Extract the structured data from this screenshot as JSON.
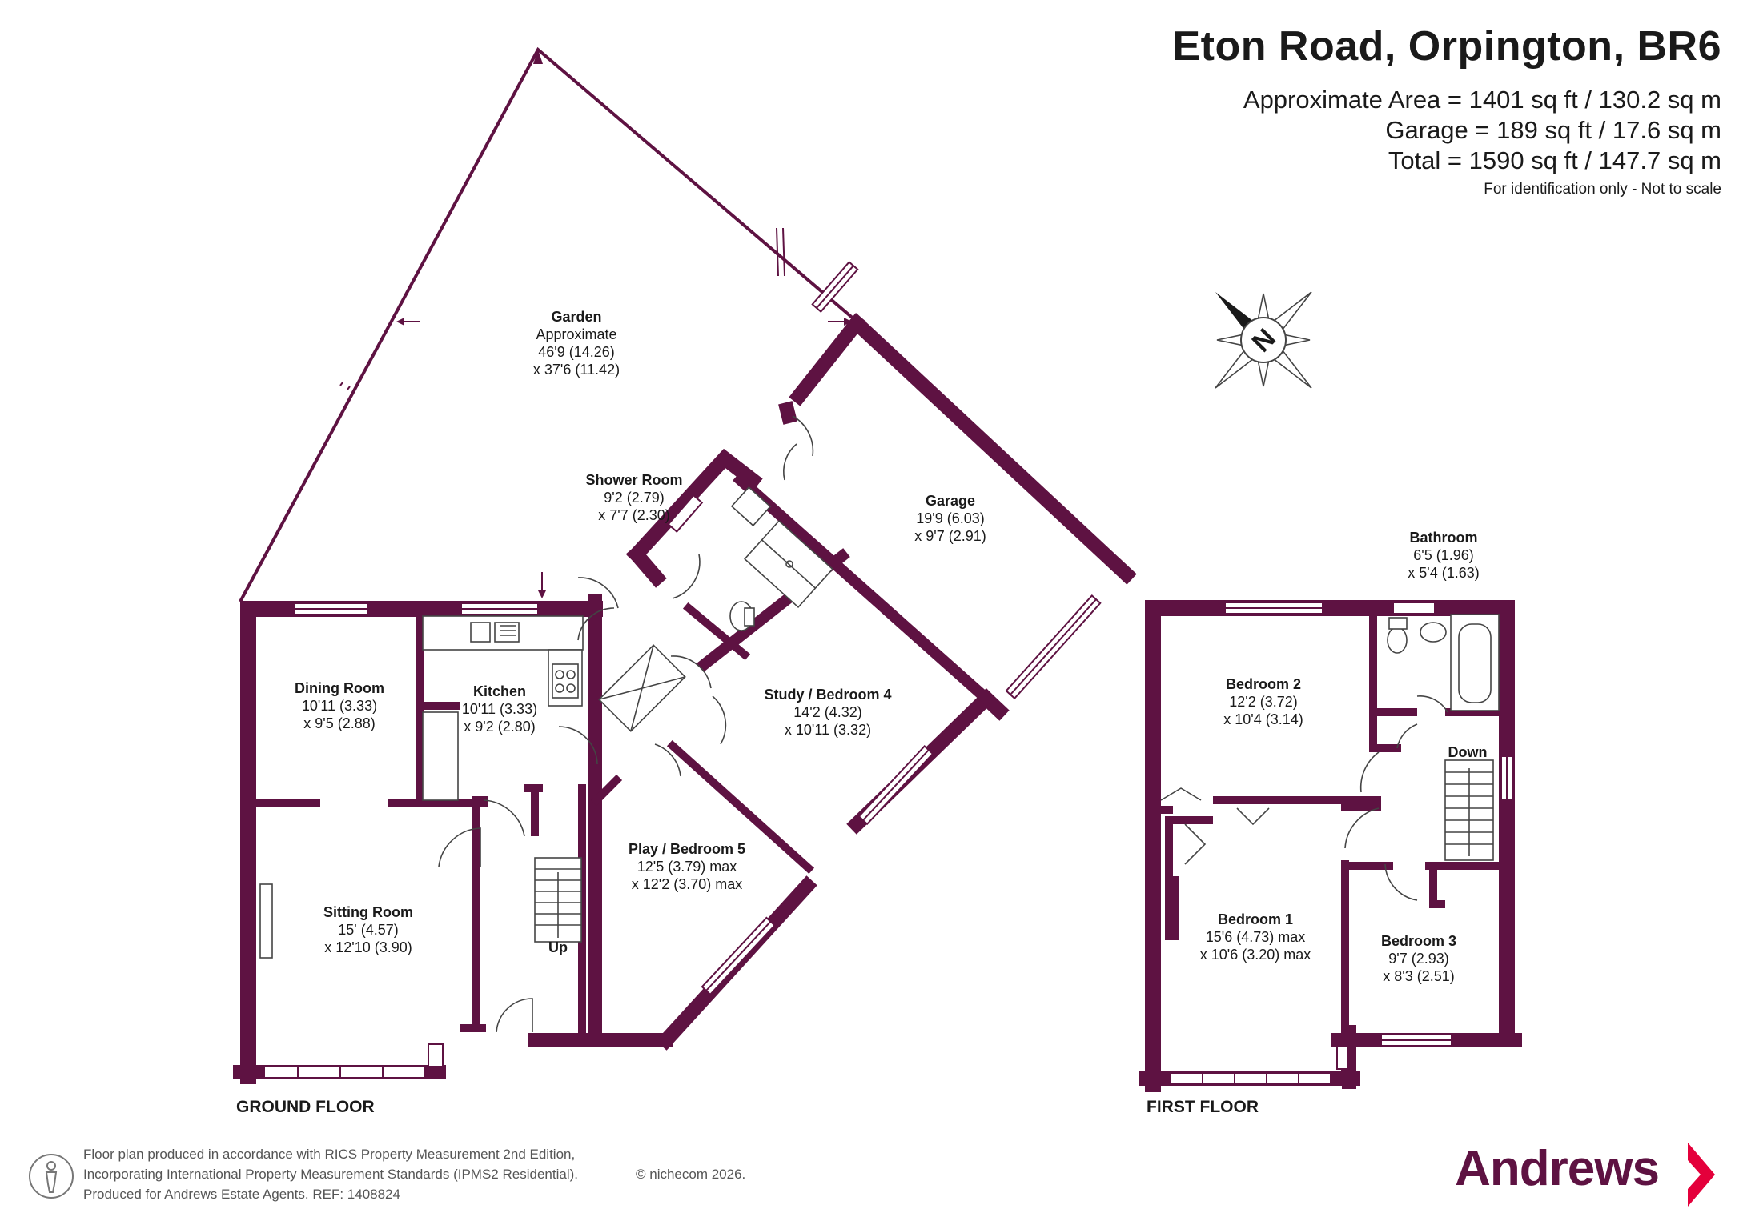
{
  "header": {
    "title": "Eton Road, Orpington, BR6",
    "area_lines": [
      "Approximate Area = 1401 sq ft / 130.2 sq m",
      "Garage = 189 sq ft / 17.6 sq m",
      "Total = 1590 sq ft / 147.7 sq m"
    ],
    "note": "For identification only - Not to scale"
  },
  "compass": {
    "label": "N"
  },
  "rooms": {
    "garden": {
      "name": "Garden",
      "l1": "Approximate",
      "l2": "46'9 (14.26)",
      "l3": "x 37'6 (11.42)"
    },
    "shower": {
      "name": "Shower Room",
      "l1": "9'2 (2.79)",
      "l2": "x 7'7 (2.30)"
    },
    "garage": {
      "name": "Garage",
      "l1": "19'9 (6.03)",
      "l2": "x 9'7 (2.91)"
    },
    "dining": {
      "name": "Dining Room",
      "l1": "10'11 (3.33)",
      "l2": "x 9'5 (2.88)"
    },
    "kitchen": {
      "name": "Kitchen",
      "l1": "10'11 (3.33)",
      "l2": "x 9'2 (2.80)"
    },
    "study": {
      "name": "Study / Bedroom 4",
      "l1": "14'2 (4.32)",
      "l2": "x 10'11 (3.32)"
    },
    "play": {
      "name": "Play / Bedroom 5",
      "l1": "12'5 (3.79) max",
      "l2": "x 12'2 (3.70) max"
    },
    "sitting": {
      "name": "Sitting Room",
      "l1": "15' (4.57)",
      "l2": "x 12'10 (3.90)"
    },
    "bathroom": {
      "name": "Bathroom",
      "l1": "6'5 (1.96)",
      "l2": "x 5'4 (1.63)"
    },
    "bedroom2": {
      "name": "Bedroom 2",
      "l1": "12'2 (3.72)",
      "l2": "x 10'4 (3.14)"
    },
    "bedroom1": {
      "name": "Bedroom 1",
      "l1": "15'6 (4.73) max",
      "l2": "x 10'6 (3.20) max"
    },
    "bedroom3": {
      "name": "Bedroom 3",
      "l1": "9'7 (2.93)",
      "l2": "x 8'3 (2.51)"
    }
  },
  "stairs": {
    "up": "Up",
    "down": "Down"
  },
  "floors": {
    "ground": "GROUND FLOOR",
    "first": "FIRST FLOOR"
  },
  "footer": {
    "lines": [
      "Floor plan produced in accordance with RICS Property Measurement 2nd Edition,",
      "Incorporating International Property Measurement Standards (IPMS2 Residential).",
      "Produced for Andrews Estate Agents.   REF: 1408824"
    ],
    "copyright": "© nichecom 2026."
  },
  "brand": {
    "name": "Andrews",
    "color": "#5e1242",
    "accent": "#e4003b"
  },
  "colors": {
    "wall": "#5e1242"
  }
}
